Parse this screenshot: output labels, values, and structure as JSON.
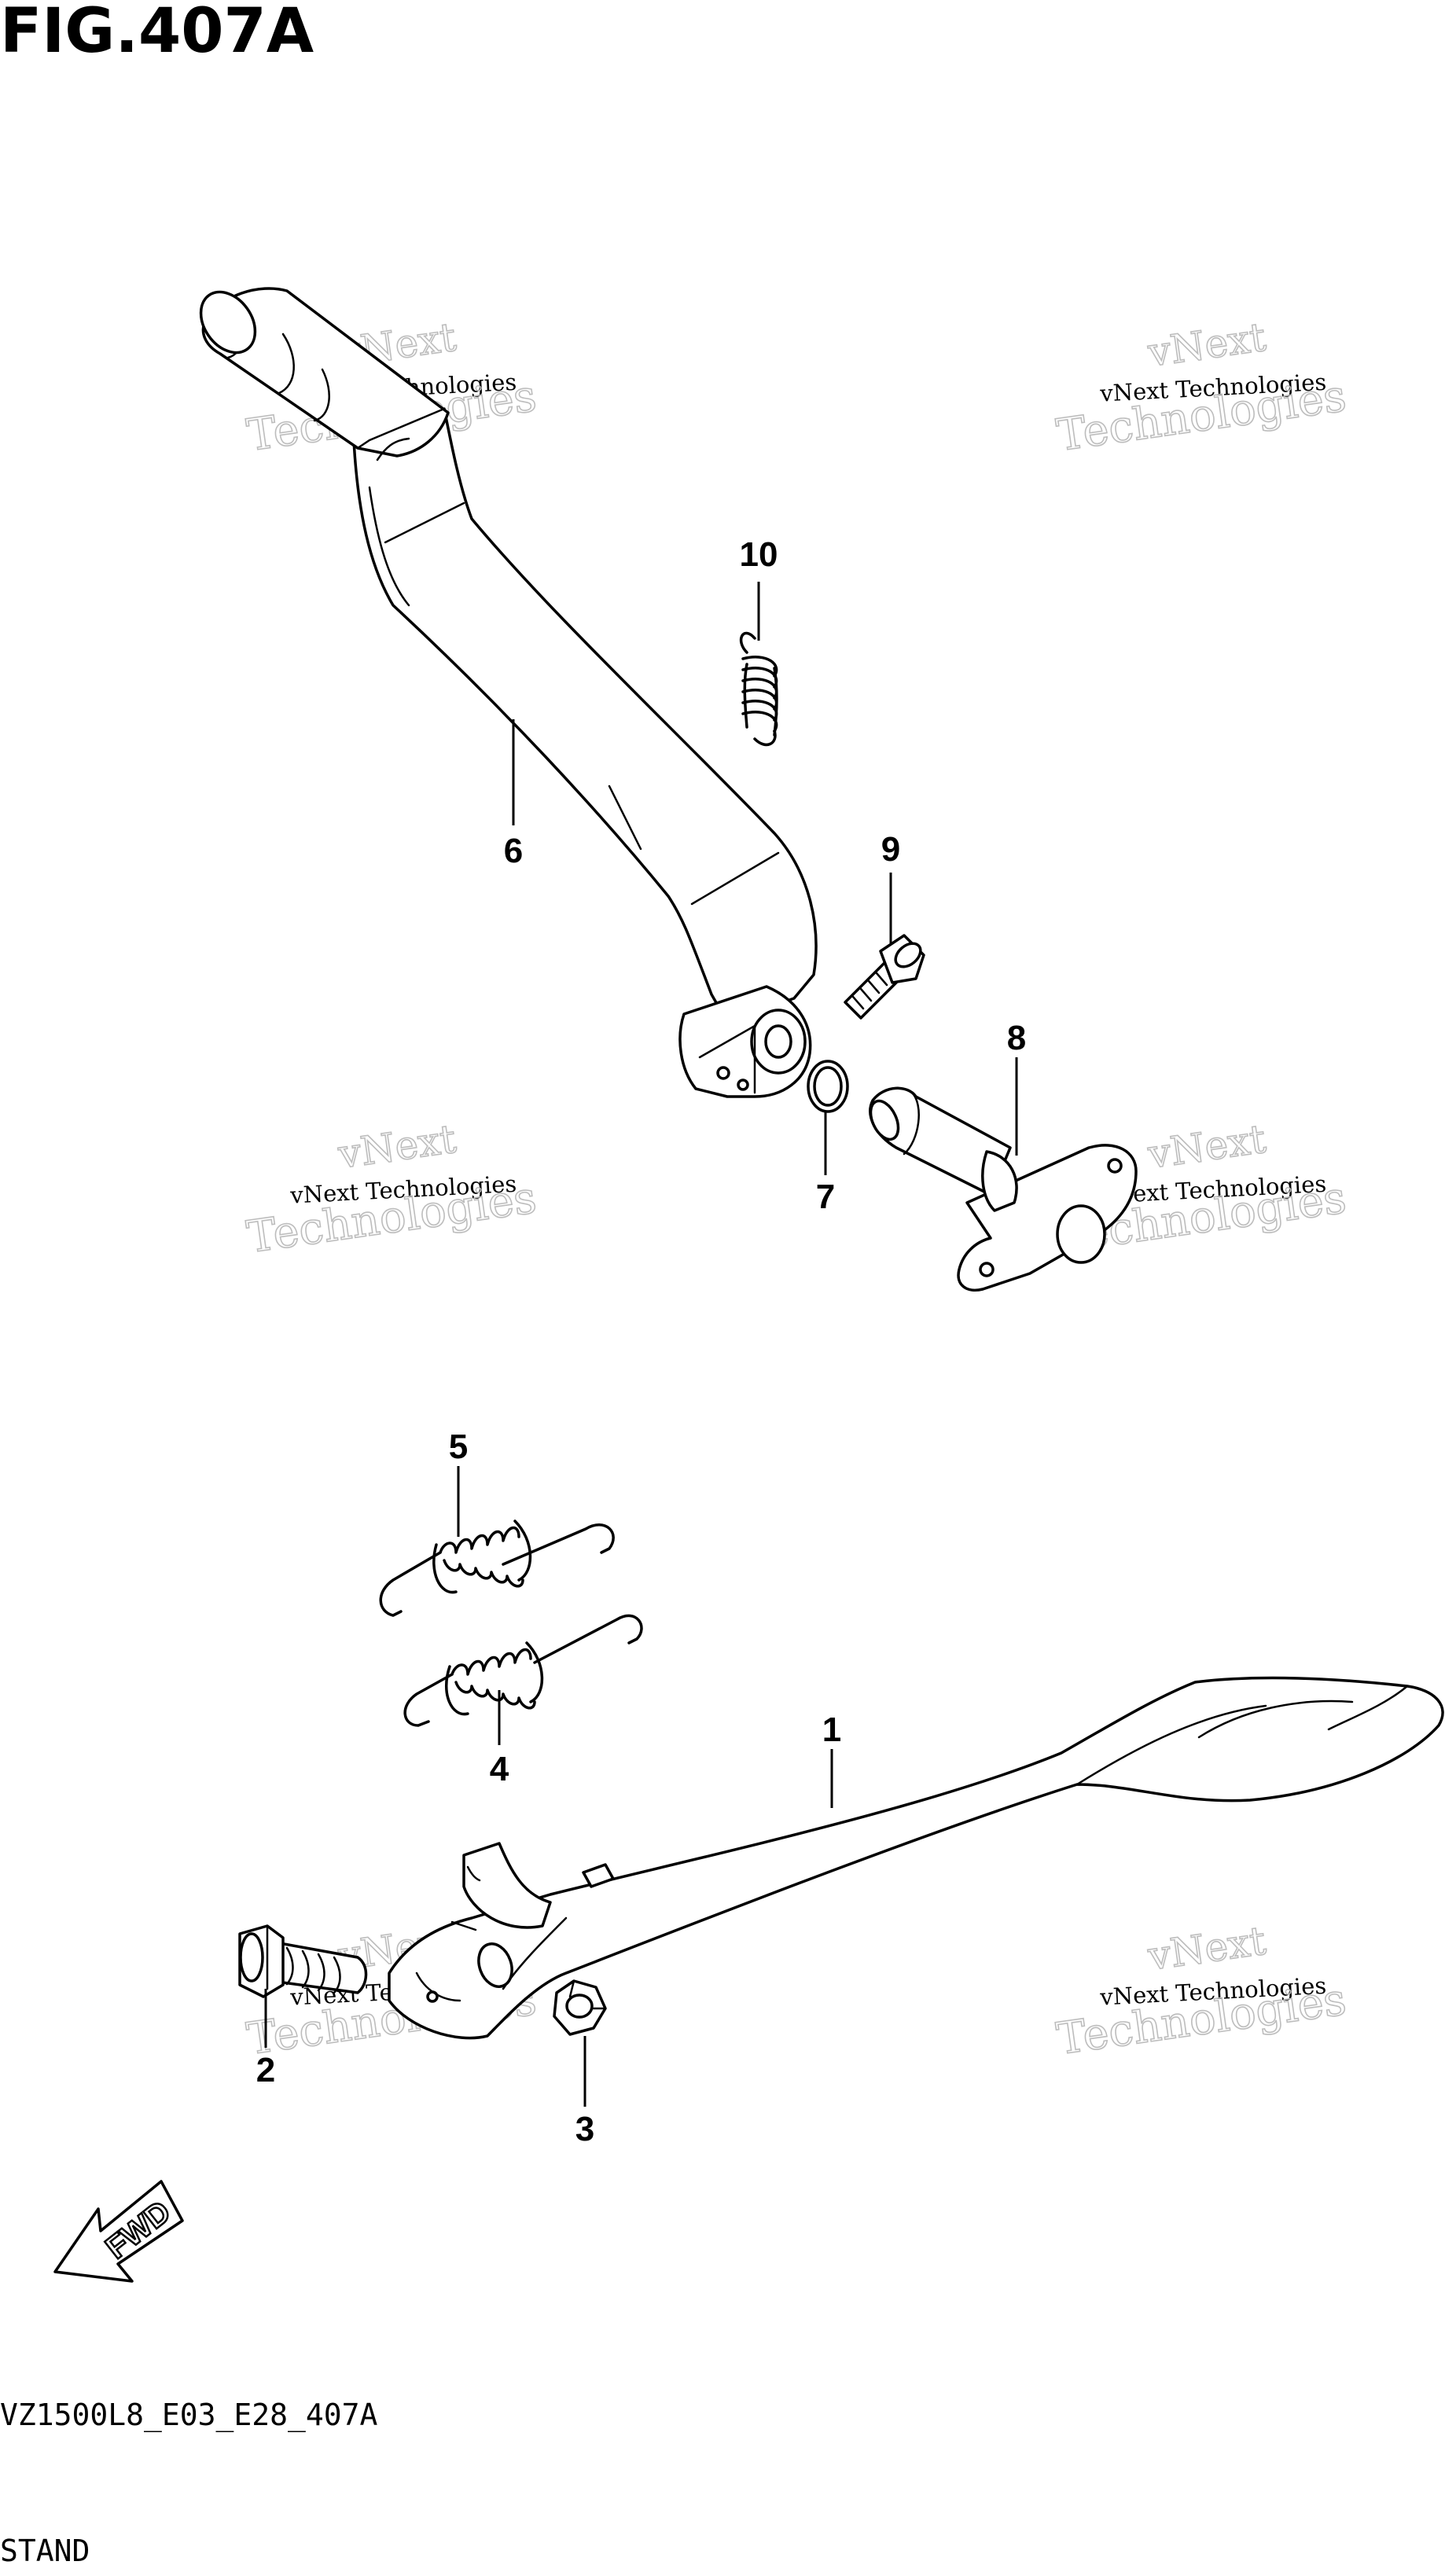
{
  "figure": {
    "title": "FIG.407A",
    "code": "VZ1500L8_E03_E28_407A",
    "section": "STAND"
  },
  "callouts": [
    "10",
    "6",
    "9",
    "8",
    "7",
    "5",
    "1",
    "4",
    "2",
    "3"
  ],
  "watermark": {
    "top": "vNext",
    "middle": "vNext Technologies",
    "bottom": "Technologies"
  },
  "fwd_label": "FWD"
}
